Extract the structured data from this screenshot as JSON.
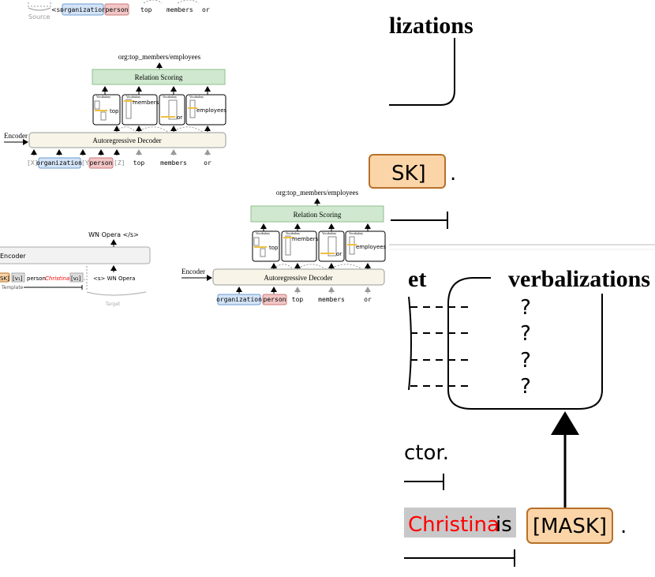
{
  "colors": {
    "org_fill": "#d4e4f7",
    "org_stroke": "#6b9bd1",
    "per_fill": "#f3c6c6",
    "per_stroke": "#c97a7a",
    "relation_fill": "#cfe8cf",
    "relation_stroke": "#8fbf8f",
    "decoder_fill": "#f8f5e8",
    "decoder_stroke": "#999999",
    "mask_fill": "#fbd5a8",
    "mask_stroke": "#b8702a",
    "name_red": "#ff0000",
    "grey_bar": "#c8c8c8"
  },
  "top_left_fragment": {
    "tokens": [
      "<s>",
      "organization",
      "person",
      "top",
      "members",
      "or"
    ],
    "source_label": "Source"
  },
  "diagram_a": {
    "output_label": "org:top_members/employees",
    "relation_label": "Relation Scoring",
    "decoder_label": "Autoregressive Decoder",
    "encoder_label": "Encoder",
    "vocab_label": "Vocabulary",
    "vocab_words": [
      "top",
      "members",
      "or",
      "employees"
    ],
    "tokens": [
      "[X]",
      "organization",
      "[Y]",
      "person",
      "[Z]",
      "top",
      "members",
      "or"
    ]
  },
  "diagram_b": {
    "output_text": "WN Opera </s>",
    "encoder_label": "Encoder",
    "input_parts": [
      "SK]",
      "[v₁]",
      "person",
      "Christina",
      "[v₂]",
      "."
    ],
    "template_label": "Template",
    "target_text": "<s> WN Opera",
    "target_label": "Target"
  },
  "diagram_c": {
    "output_label": "org:top_members/employees",
    "relation_label": "Relation Scoring",
    "decoder_label": "Autoregressive Decoder",
    "encoder_label": "Encoder",
    "vocab_label": "Vocabulary",
    "vocab_words": [
      "top",
      "members",
      "or",
      "employees"
    ],
    "tokens": [
      "organization",
      "person",
      "top",
      "members",
      "or"
    ]
  },
  "zoom_top": {
    "heading": "lizations",
    "mask_text": "SK]",
    "period": "."
  },
  "zoom_bottom": {
    "heading_left": "et",
    "heading_right": "verbalizations",
    "question_marks": [
      "?",
      "?",
      "?",
      "?"
    ],
    "factor_text": "ctor.",
    "name_text": "Christina",
    "is_text": "is",
    "mask_text": "[MASK]",
    "period": "."
  }
}
